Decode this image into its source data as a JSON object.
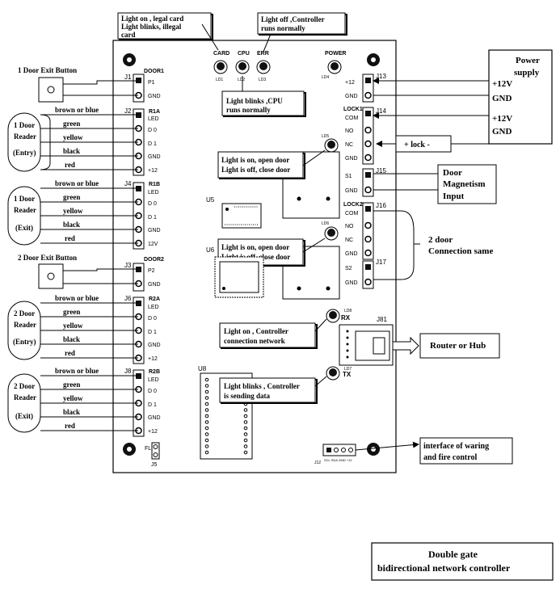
{
  "callouts": {
    "card_legal": [
      "Light on , legal card",
      "Light blinks, illegal",
      "card"
    ],
    "controller_normal": [
      "Light off ,Controller",
      "runs normally"
    ],
    "cpu_normal": [
      "Light blinks ,CPU",
      "runs normally"
    ],
    "door1_lock": [
      "Light is on, open door",
      "Light is off, close door"
    ],
    "door2_lock": [
      "Light is on, open door",
      "Light is off, close door"
    ],
    "network": [
      "Light on , Controller",
      "connection network"
    ],
    "sending": [
      "Light blinks , Controller",
      "is sending data"
    ],
    "router": "Router or Hub",
    "alarm": [
      "interface of waring",
      "and fire control"
    ],
    "door_magnetism": [
      "Door",
      "Magnetism",
      "Input"
    ],
    "power_supply": [
      "Power",
      "supply"
    ],
    "power_v1": "+12V",
    "power_g1": "GND",
    "power_v2": "+12V",
    "power_g2": "GND",
    "lock": "+  lock  -",
    "door2_same": [
      "2 door",
      "Connection same"
    ],
    "title": [
      "Double gate",
      "bidirectional network controller"
    ]
  },
  "leds": {
    "card": "CARD",
    "cpu": "CPU",
    "err": "ERR",
    "power": "POWER",
    "rx": "RX",
    "tx": "TX"
  },
  "led_ids": {
    "card": "LD1",
    "cpu": "LD2",
    "err": "LD3",
    "power": "LD4",
    "lock1": "LD5",
    "lock2": "LD6",
    "rx": "LD8",
    "tx": "LD7"
  },
  "left": {
    "exit1": "1 Door Exit Button",
    "exit2": "2 Door Exit Button",
    "wires": [
      "brown or blue",
      "green",
      "yellow",
      "black",
      "red"
    ],
    "readers": [
      [
        "1 Door",
        "Reader",
        "(Entry)"
      ],
      [
        "1 Door",
        "Reader",
        "(Exit)"
      ],
      [
        "2 Door",
        "Reader",
        "(Entry)"
      ],
      [
        "2 Door",
        "Reader",
        "(Exit)"
      ]
    ]
  },
  "board": {
    "j1": "J1",
    "door1": "DOOR1",
    "j1_pins": [
      "P1",
      "GND"
    ],
    "j2": "J2",
    "r1a": "R1A",
    "j4": "J4",
    "r1b": "R1B",
    "j3": "J3",
    "door2": "DOOR2",
    "j3_pins": [
      "P2",
      "GND"
    ],
    "j6": "J6",
    "r2a": "R2A",
    "j8": "J8",
    "r2b": "R2B",
    "reader_pins": [
      "LED",
      "D 0",
      "D 1",
      "GND",
      "+12"
    ],
    "reader_pins_alt": [
      "LED",
      "D 0",
      "D 1",
      "GND",
      "12V"
    ],
    "j13": "J13",
    "j13_pins": [
      "+12",
      "GND"
    ],
    "lock1": "LOCK1",
    "j14": "J14",
    "lock_pins": [
      "COM",
      "NO",
      "NC",
      "GND"
    ],
    "j15": "J15",
    "j15_pins": [
      "S1",
      "GND"
    ],
    "lock2": "LOCK2",
    "j16": "J16",
    "j17": "J17",
    "j17_pins": [
      "S2",
      "GND"
    ],
    "j81": "J81",
    "u5": "U5",
    "u6": "U6",
    "u8": "U8",
    "j12": "J12",
    "j12_pins": "SCL SDA GND +12",
    "fl": "FL",
    "j5": "J5"
  }
}
